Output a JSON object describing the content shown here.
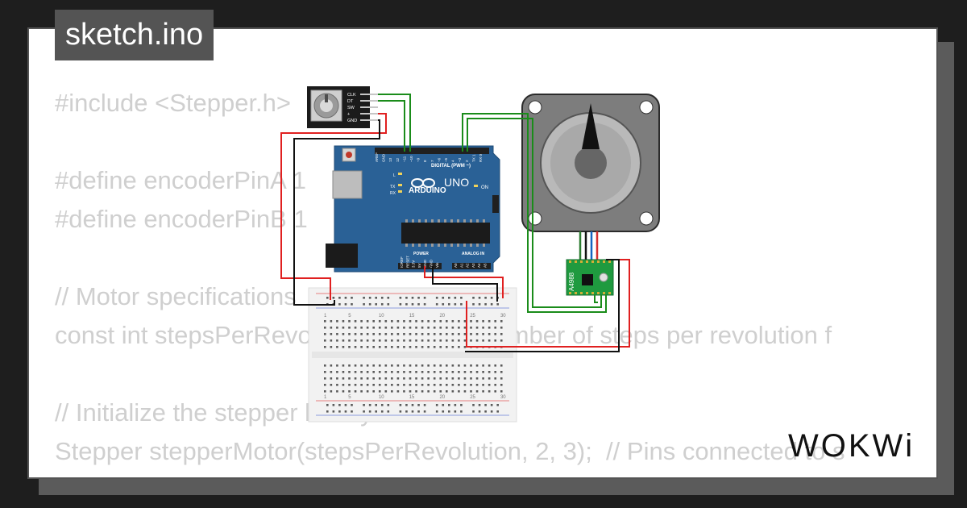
{
  "header": {
    "title": "sketch.ino"
  },
  "code_lines": [
    "#include <Stepper.h>",
    "",
    "#define encoderPinA 1",
    "#define encoderPinB 1",
    "",
    "// Motor specifications",
    "const int stepsPerRevolution = 200; // Number of steps per revolution f",
    "",
    "// Initialize the stepper library",
    "Stepper stepperMotor(stepsPerRevolution, 2, 3);  // Pins connected to s"
  ],
  "brand": {
    "logo_text": "WOKWi"
  },
  "circuit": {
    "encoder": {
      "pins": [
        "CLK",
        "DT",
        "SW",
        "+",
        "GND"
      ]
    },
    "arduino": {
      "logo": "ARDUINO",
      "model": "UNO",
      "digital_label": "DIGITAL (PWM ~)",
      "power_label": "POWER",
      "analog_label": "ANALOG IN",
      "on_label": "ON",
      "led_l": "L",
      "led_tx": "TX",
      "led_rx": "RX",
      "header_top": [
        "AREF",
        "GND",
        "13",
        "12",
        "~11",
        "~10",
        "~9",
        "8",
        "7",
        "~6",
        "~5",
        "4",
        "~3",
        "2",
        "TX 1",
        "RX 0"
      ],
      "header_bottom": [
        "IOREF",
        "RESET",
        "3.3V",
        "5V",
        "GND",
        "GND",
        "Vin",
        "A0",
        "A1",
        "A2",
        "A3",
        "A4",
        "A5"
      ]
    },
    "driver": {
      "label": "A4988"
    },
    "breadboard": {
      "col_numbers": [
        "1",
        "5",
        "10",
        "15",
        "20",
        "25",
        "30"
      ]
    }
  },
  "colors": {
    "background": "#1e1e1e",
    "card": "#ffffff",
    "tab": "#545454",
    "code_text": "#cfcfcf",
    "arduino_board": "#2a6196",
    "driver_board": "#1f9a3f",
    "wire_green": "#1a8c1a",
    "wire_red": "#e02020",
    "wire_black": "#111111"
  }
}
